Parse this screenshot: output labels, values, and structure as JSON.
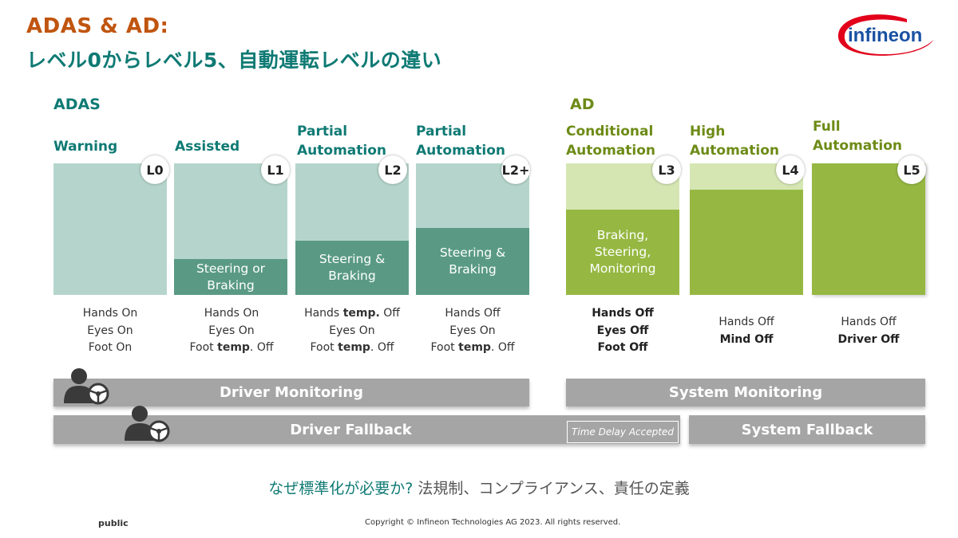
{
  "header": {
    "title_line1": "ADAS & AD:",
    "title_line2": "レベル0からレベル5、自動運転レベルの違い",
    "logo_text": "infineon"
  },
  "sections": {
    "adas": "ADAS",
    "ad": "AD"
  },
  "levels": [
    {
      "badge": "L0",
      "title": "Warning",
      "band": "",
      "d1": "Hands On",
      "d2": "Eyes On",
      "d3": "Foot On"
    },
    {
      "badge": "L1",
      "title": "Assisted",
      "band": "Steering or Braking",
      "d1": "Hands On",
      "d2": "Eyes On",
      "d3a": "Foot",
      "d3b": "temp",
      "d3c": ". Off"
    },
    {
      "badge": "L2",
      "title": "Partial Automation",
      "band": "Steering & Braking",
      "d1a": "Hands",
      "d1b": "temp.",
      "d1c": "Off",
      "d2": "Eyes On",
      "d3a": "Foot",
      "d3b": "temp",
      "d3c": ". Off"
    },
    {
      "badge": "L2+",
      "title": "Partial Automation",
      "band": "Steering & Braking",
      "d1": "Hands Off",
      "d2": "Eyes On",
      "d3a": "Foot",
      "d3b": "temp",
      "d3c": ". Off"
    },
    {
      "badge": "L3",
      "title": "Conditional Automation",
      "band": "Braking, Steering, Monitoring",
      "d1": "Hands Off",
      "d2": "Eyes Off",
      "d3": "Foot Off"
    },
    {
      "badge": "L4",
      "title": "High Automation",
      "d1": "Hands Off",
      "d2": "Mind Off"
    },
    {
      "badge": "L5",
      "title": "Full Automation",
      "d1": "Hands Off",
      "d2": "Driver Off"
    }
  ],
  "bars": {
    "driver_monitoring": "Driver Monitoring",
    "system_monitoring": "System Monitoring",
    "driver_fallback": "Driver Fallback",
    "system_fallback": "System Fallback",
    "time_delay": "Time Delay Accepted"
  },
  "question": {
    "q": "なぜ標準化が必要か?",
    "answer": "法規制、コンプライアンス、責任の定義"
  },
  "footer": {
    "classification": "public",
    "copyright": "Copyright © Infineon Technologies AG 2023. All rights reserved."
  },
  "colors": {
    "teal_dark": "#5a9a85",
    "teal_light": "#b5d5cc",
    "olive_dark": "#96b842",
    "olive_light": "#d5e6b3",
    "title_orange": "#c0550f",
    "title_teal": "#0f7a74",
    "bar_gray": "#a5a5a5",
    "logo_red": "#e2001a",
    "logo_blue": "#1a52a3"
  }
}
